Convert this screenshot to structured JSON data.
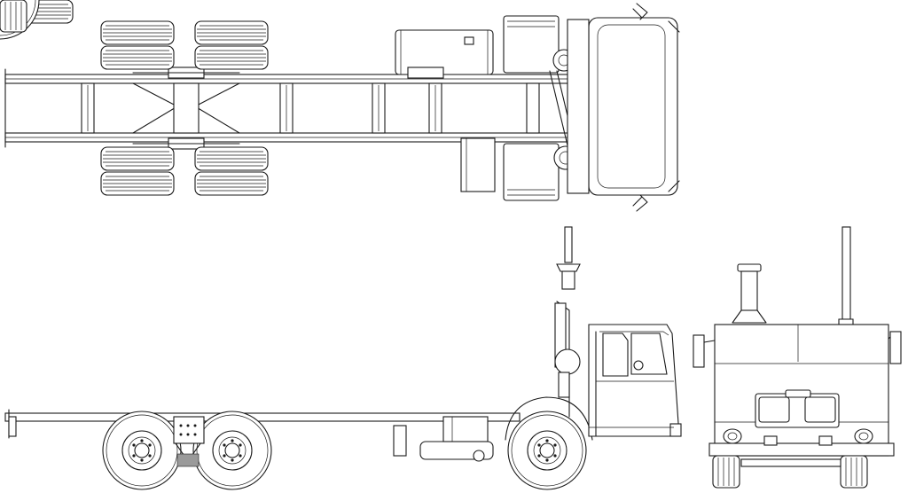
{
  "drawing": {
    "subject": "cabover-truck-chassis-blueprint",
    "views": [
      "top-view",
      "side-view",
      "front-view"
    ],
    "line_color": "#1a1a1a",
    "background": "#ffffff"
  }
}
